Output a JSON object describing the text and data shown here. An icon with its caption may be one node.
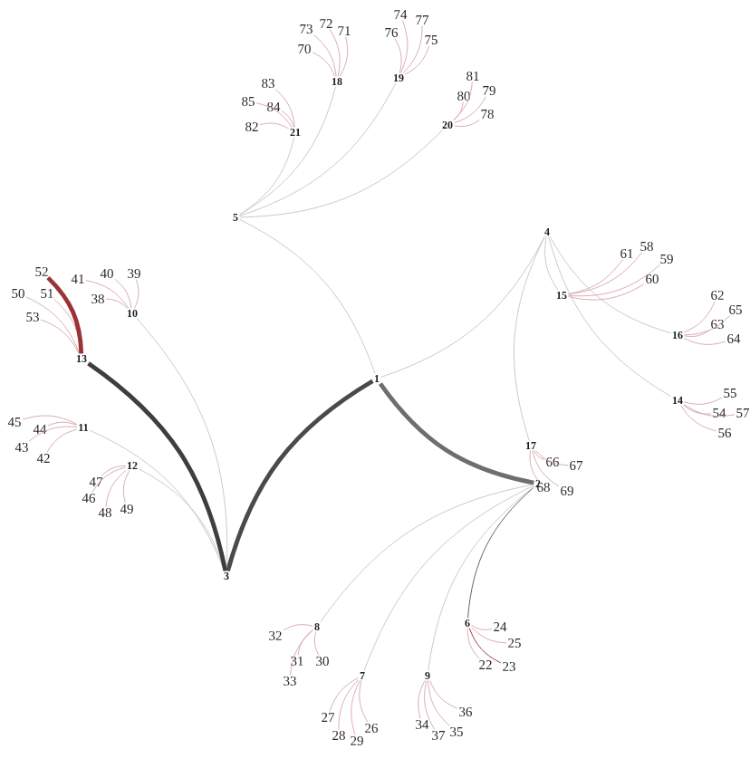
{
  "diagram": {
    "nodes": [
      {
        "text": [
          "1"
        ]
      },
      {
        "text": [
          "2"
        ]
      },
      {
        "text": [
          "3"
        ]
      },
      {
        "text": [
          "4"
        ]
      },
      {
        "text": [
          "5"
        ]
      },
      {
        "text": [
          "6"
        ]
      },
      {
        "text": [
          "7"
        ]
      },
      {
        "text": [
          "8"
        ]
      },
      {
        "text": [
          "9"
        ]
      },
      {
        "text": [
          "10"
        ]
      },
      {
        "text": [
          "11"
        ]
      },
      {
        "text": [
          "12"
        ]
      },
      {
        "text": [
          "13"
        ]
      },
      {
        "text": [
          "14"
        ]
      },
      {
        "text": [
          "15"
        ]
      },
      {
        "text": [
          "16"
        ]
      },
      {
        "text": [
          "17"
        ]
      },
      {
        "text": [
          "18"
        ]
      },
      {
        "text": [
          "19"
        ]
      },
      {
        "text": [
          "20"
        ]
      },
      {
        "text": [
          "21"
        ]
      },
      {
        "text": [
          "22"
        ]
      },
      {
        "text": [
          "23"
        ]
      },
      {
        "text": [
          "24"
        ]
      },
      {
        "text": [
          "25"
        ]
      },
      {
        "text": [
          "26"
        ]
      },
      {
        "text": [
          "27"
        ]
      },
      {
        "text": [
          "28"
        ]
      },
      {
        "text": [
          "29"
        ]
      },
      {
        "text": [
          "30"
        ]
      },
      {
        "text": [
          "31"
        ]
      },
      {
        "text": [
          "32"
        ]
      },
      {
        "text": [
          "33"
        ]
      },
      {
        "text": [
          "34"
        ]
      },
      {
        "text": [
          "35"
        ]
      },
      {
        "text": [
          "36"
        ]
      },
      {
        "text": [
          "37"
        ]
      },
      {
        "text": [
          "38"
        ]
      },
      {
        "text": [
          "39"
        ]
      },
      {
        "text": [
          "40"
        ]
      },
      {
        "text": [
          "41"
        ]
      },
      {
        "text": [
          "42"
        ]
      },
      {
        "text": [
          "43"
        ]
      },
      {
        "text": [
          "44"
        ]
      },
      {
        "text": [
          "45"
        ]
      },
      {
        "text": [
          "46"
        ]
      },
      {
        "text": [
          "47"
        ]
      },
      {
        "text": [
          "48"
        ]
      },
      {
        "text": [
          "49"
        ]
      },
      {
        "text": [
          "50"
        ]
      },
      {
        "text": [
          "51"
        ]
      },
      {
        "text": [
          "52"
        ]
      },
      {
        "text": [
          "53"
        ]
      },
      {
        "text": [
          "54"
        ]
      },
      {
        "text": [
          "55"
        ]
      },
      {
        "text": [
          "56"
        ]
      },
      {
        "text": [
          "57"
        ]
      },
      {
        "text": [
          "58"
        ]
      },
      {
        "text": [
          "59"
        ]
      },
      {
        "text": [
          "60"
        ]
      },
      {
        "text": [
          "61"
        ]
      },
      {
        "text": [
          "62"
        ]
      },
      {
        "text": [
          "63"
        ]
      },
      {
        "text": [
          "64"
        ]
      },
      {
        "text": [
          "65"
        ]
      },
      {
        "text": [
          "66"
        ]
      },
      {
        "text": [
          "67"
        ]
      },
      {
        "text": [
          "68"
        ]
      },
      {
        "text": [
          "69"
        ]
      },
      {
        "text": [
          "70"
        ]
      },
      {
        "text": [
          "71"
        ]
      },
      {
        "text": [
          "72"
        ]
      },
      {
        "text": [
          "73"
        ]
      },
      {
        "text": [
          "74"
        ]
      },
      {
        "text": [
          "75"
        ]
      },
      {
        "text": [
          "76"
        ]
      },
      {
        "text": [
          "77"
        ]
      },
      {
        "text": [
          "78"
        ]
      },
      {
        "text": [
          "79"
        ]
      },
      {
        "text": [
          "80"
        ]
      },
      {
        "text": [
          "81"
        ]
      },
      {
        "text": [
          "82"
        ]
      },
      {
        "text": [
          "83"
        ]
      },
      {
        "text": [
          "84"
        ]
      },
      {
        "text": [
          "85"
        ]
      }
    ],
    "edges": [
      {
        "from": 0,
        "to": 1,
        "arrow": "none",
        "style": "thick",
        "color": "#6e6e6e"
      },
      {
        "from": 0,
        "to": 2,
        "arrow": "none",
        "style": "thick",
        "color": "#4a4a4a"
      },
      {
        "from": 0,
        "to": 3,
        "arrow": "none",
        "color": "#c4c4c4"
      },
      {
        "from": 0,
        "to": 4,
        "arrow": "none",
        "color": "#c4c4c4"
      },
      {
        "from": 1,
        "to": 5,
        "arrow": "none",
        "color": "#555555"
      },
      {
        "from": 1,
        "to": 6,
        "arrow": "none",
        "color": "#c4c4c4"
      },
      {
        "from": 1,
        "to": 7,
        "arrow": "none",
        "color": "#c4c4c4"
      },
      {
        "from": 1,
        "to": 8,
        "arrow": "none",
        "color": "#c4c4c4"
      },
      {
        "from": 2,
        "to": 9,
        "arrow": "none",
        "color": "#c4c4c4"
      },
      {
        "from": 2,
        "to": 10,
        "arrow": "none",
        "color": "#c4c4c4"
      },
      {
        "from": 2,
        "to": 11,
        "arrow": "none",
        "color": "#c4c4c4"
      },
      {
        "from": 2,
        "to": 12,
        "arrow": "none",
        "style": "thick",
        "color": "#3e3e3e"
      },
      {
        "from": 3,
        "to": 13,
        "arrow": "none",
        "color": "#c4c4c4"
      },
      {
        "from": 3,
        "to": 14,
        "arrow": "none",
        "color": "#c4c4c4"
      },
      {
        "from": 3,
        "to": 15,
        "arrow": "none",
        "color": "#c4c4c4"
      },
      {
        "from": 3,
        "to": 16,
        "arrow": "none",
        "color": "#c4c4c4"
      },
      {
        "from": 4,
        "to": 17,
        "arrow": "none",
        "color": "#c4c4c4"
      },
      {
        "from": 4,
        "to": 18,
        "arrow": "none",
        "color": "#c4c4c4"
      },
      {
        "from": 4,
        "to": 19,
        "arrow": "none",
        "color": "#c4c4c4"
      },
      {
        "from": 4,
        "to": 20,
        "arrow": "none",
        "color": "#c4c4c4"
      },
      {
        "from": 5,
        "to": 21,
        "arrow": "none"
      },
      {
        "from": 5,
        "to": 22,
        "arrow": "none",
        "color": "#8a3030"
      },
      {
        "from": 5,
        "to": 23,
        "arrow": "none"
      },
      {
        "from": 5,
        "to": 24,
        "arrow": "none"
      },
      {
        "from": 6,
        "to": 25,
        "arrow": "none"
      },
      {
        "from": 6,
        "to": 26,
        "arrow": "none"
      },
      {
        "from": 6,
        "to": 27,
        "arrow": "none"
      },
      {
        "from": 6,
        "to": 28,
        "arrow": "none"
      },
      {
        "from": 7,
        "to": 29,
        "arrow": "none"
      },
      {
        "from": 7,
        "to": 30,
        "arrow": "none"
      },
      {
        "from": 7,
        "to": 31,
        "arrow": "none"
      },
      {
        "from": 7,
        "to": 32,
        "arrow": "none"
      },
      {
        "from": 8,
        "to": 33,
        "arrow": "none"
      },
      {
        "from": 8,
        "to": 34,
        "arrow": "none"
      },
      {
        "from": 8,
        "to": 35,
        "arrow": "none"
      },
      {
        "from": 8,
        "to": 36,
        "arrow": "none"
      },
      {
        "from": 9,
        "to": 37,
        "arrow": "none"
      },
      {
        "from": 9,
        "to": 38,
        "arrow": "none"
      },
      {
        "from": 9,
        "to": 39,
        "arrow": "none"
      },
      {
        "from": 9,
        "to": 40,
        "arrow": "none"
      },
      {
        "from": 10,
        "to": 41,
        "arrow": "none"
      },
      {
        "from": 10,
        "to": 42,
        "arrow": "none"
      },
      {
        "from": 10,
        "to": 43,
        "arrow": "none"
      },
      {
        "from": 10,
        "to": 44,
        "arrow": "none"
      },
      {
        "from": 11,
        "to": 45,
        "arrow": "none"
      },
      {
        "from": 11,
        "to": 46,
        "arrow": "none"
      },
      {
        "from": 11,
        "to": 47,
        "arrow": "none"
      },
      {
        "from": 11,
        "to": 48,
        "arrow": "none"
      },
      {
        "from": 12,
        "to": 49,
        "arrow": "none"
      },
      {
        "from": 12,
        "to": 50,
        "arrow": "none"
      },
      {
        "from": 12,
        "to": 51,
        "arrow": "none",
        "style": "thick",
        "color": "#9a3434"
      },
      {
        "from": 12,
        "to": 52,
        "arrow": "none"
      },
      {
        "from": 13,
        "to": 53,
        "arrow": "none"
      },
      {
        "from": 13,
        "to": 54,
        "arrow": "none"
      },
      {
        "from": 13,
        "to": 55,
        "arrow": "none"
      },
      {
        "from": 13,
        "to": 56,
        "arrow": "none"
      },
      {
        "from": 14,
        "to": 57,
        "arrow": "none"
      },
      {
        "from": 14,
        "to": 58,
        "arrow": "none"
      },
      {
        "from": 14,
        "to": 59,
        "arrow": "none"
      },
      {
        "from": 14,
        "to": 60,
        "arrow": "none"
      },
      {
        "from": 15,
        "to": 61,
        "arrow": "none"
      },
      {
        "from": 15,
        "to": 62,
        "arrow": "none"
      },
      {
        "from": 15,
        "to": 63,
        "arrow": "none"
      },
      {
        "from": 15,
        "to": 64,
        "arrow": "none"
      },
      {
        "from": 16,
        "to": 65,
        "arrow": "none"
      },
      {
        "from": 16,
        "to": 66,
        "arrow": "none"
      },
      {
        "from": 16,
        "to": 67,
        "arrow": "none"
      },
      {
        "from": 16,
        "to": 68,
        "arrow": "none"
      },
      {
        "from": 17,
        "to": 69,
        "arrow": "none"
      },
      {
        "from": 17,
        "to": 70,
        "arrow": "none"
      },
      {
        "from": 17,
        "to": 71,
        "arrow": "none"
      },
      {
        "from": 17,
        "to": 72,
        "arrow": "none"
      },
      {
        "from": 18,
        "to": 73,
        "arrow": "none"
      },
      {
        "from": 18,
        "to": 74,
        "arrow": "none"
      },
      {
        "from": 18,
        "to": 75,
        "arrow": "none"
      },
      {
        "from": 18,
        "to": 76,
        "arrow": "none"
      },
      {
        "from": 19,
        "to": 77,
        "arrow": "none"
      },
      {
        "from": 19,
        "to": 78,
        "arrow": "none"
      },
      {
        "from": 19,
        "to": 79,
        "arrow": "none"
      },
      {
        "from": 19,
        "to": 80,
        "arrow": "none"
      },
      {
        "from": 20,
        "to": 81,
        "arrow": "none"
      },
      {
        "from": 20,
        "to": 82,
        "arrow": "none"
      },
      {
        "from": 20,
        "to": 83,
        "arrow": "none"
      },
      {
        "from": 20,
        "to": 84,
        "arrow": "none"
      }
    ]
  }
}
